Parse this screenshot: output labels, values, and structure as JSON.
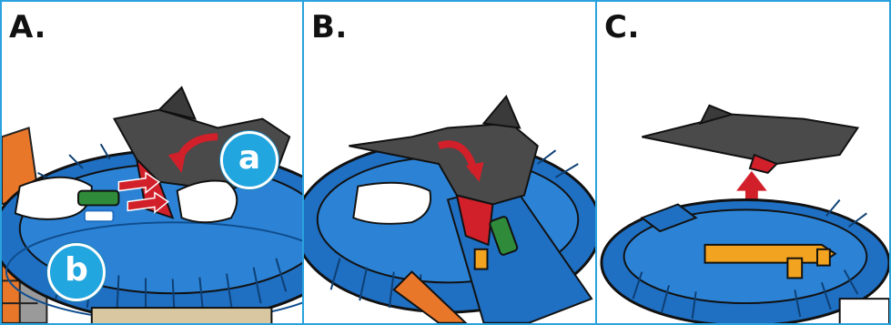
{
  "panels": [
    {
      "label": "A."
    },
    {
      "label": "B."
    },
    {
      "label": "C."
    }
  ],
  "callouts": {
    "a": "a",
    "b": "b"
  },
  "colors": {
    "border": "#2aa2dd",
    "track_blue": "#1f6fc2",
    "jet_gray": "#4a4a4a",
    "accent_red": "#d2202a",
    "orange": "#e9772a",
    "callout": "#22a6df"
  }
}
